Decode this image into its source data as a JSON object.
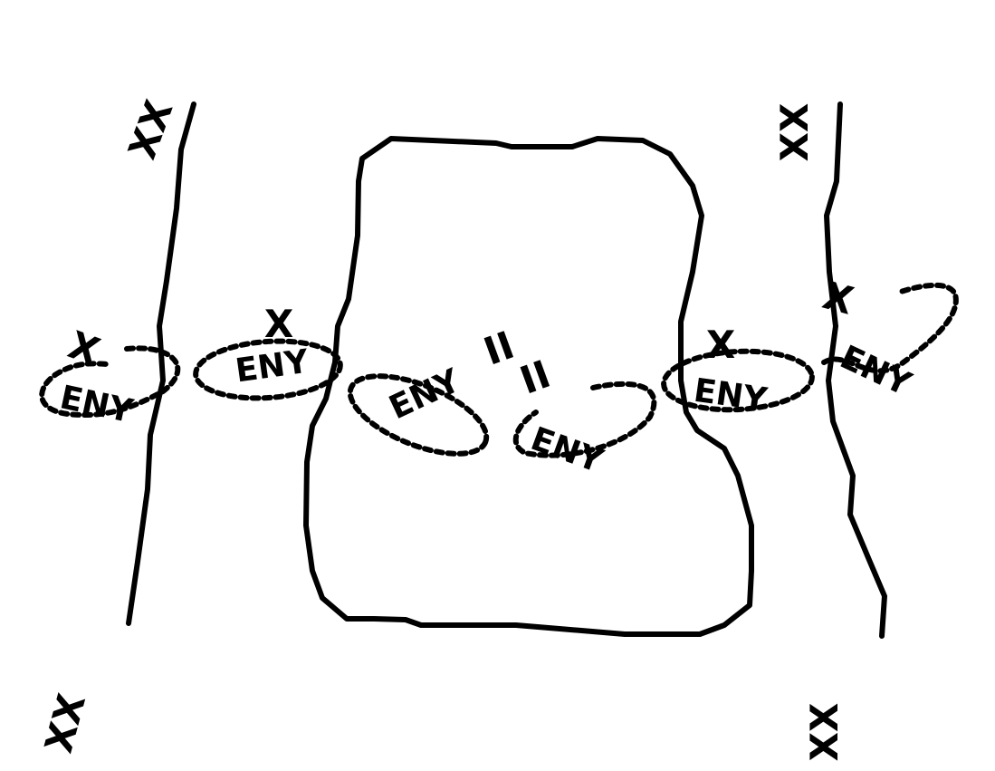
{
  "corner_labels": [
    "XX",
    "XX",
    "XX",
    "XX"
  ],
  "x_labels": [
    "X",
    "X",
    "X",
    "X"
  ],
  "eny_labels": [
    "ENY",
    "ENY",
    "ENY",
    "ENY",
    "ENY",
    "ENY"
  ],
  "ii_labels": [
    "II",
    "II"
  ]
}
